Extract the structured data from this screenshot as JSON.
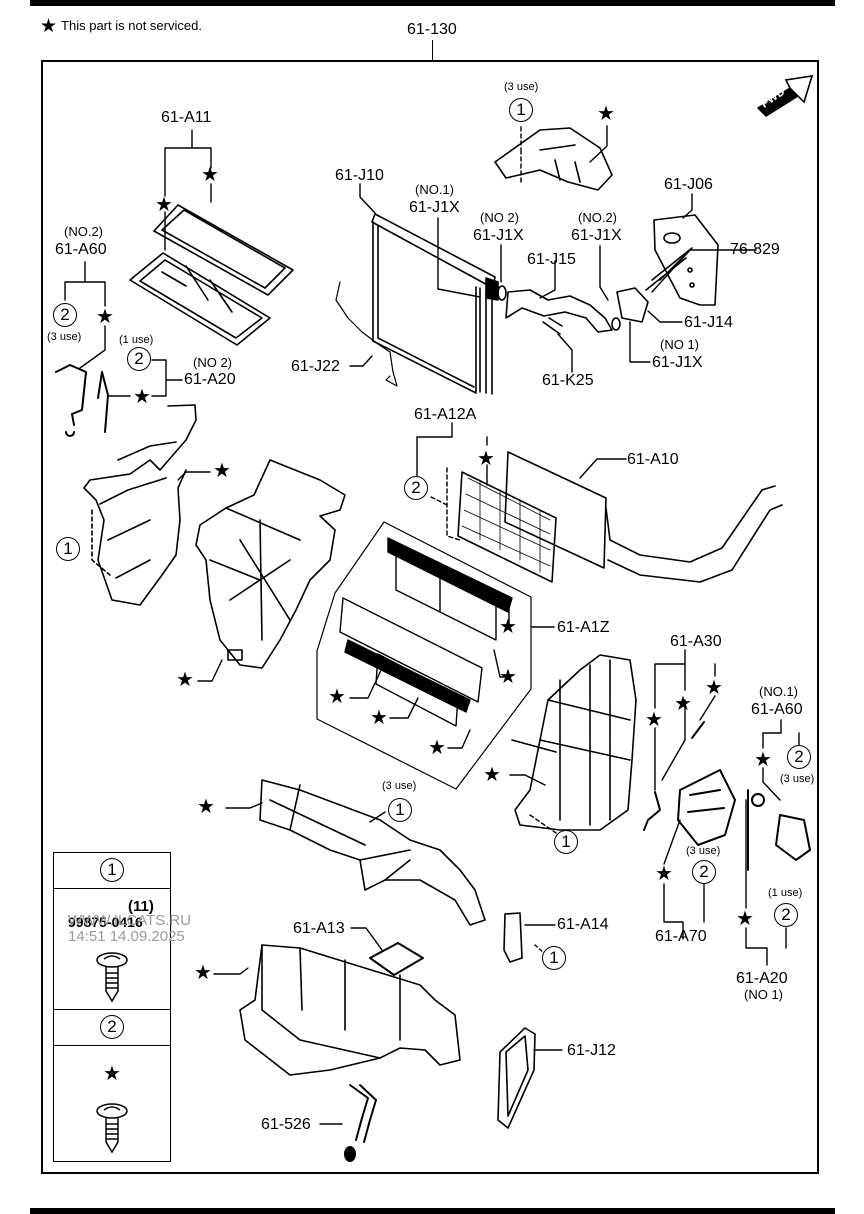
{
  "legend": {
    "icon": "star-icon",
    "text": "This part is not serviced."
  },
  "assembly_label": "61-130",
  "fwd_indicator": "FWD",
  "callouts": {
    "a11": "61-A11",
    "a60_no2_qual": "(NO.2)",
    "a60_no2": "61-A60",
    "a60_no2_use": "(3 use)",
    "a20_no2_use": "(1 use)",
    "a20_no2_qual": "(NO 2)",
    "a20_no2": "61-A20",
    "j10": "61-J10",
    "j1x_no1_qual_a": "(NO.1)",
    "j1x_no1_a": "61-J1X",
    "j1x_no2_qual_a": "(NO 2)",
    "j1x_no2_a": "61-J1X",
    "j1x_no2_qual_b": "(NO.2)",
    "j1x_no2_b": "61-J1X",
    "j15": "61-J15",
    "j06": "61-J06",
    "p76829": "76-829",
    "j14": "61-J14",
    "j1x_no1_qual_b": "(NO 1)",
    "j1x_no1_b": "61-J1X",
    "j22": "61-J22",
    "k25": "61-K25",
    "top_duct_use": "(3 use)",
    "a12a": "61-A12A",
    "a10": "61-A10",
    "a1z": "61-A1Z",
    "a30": "61-A30",
    "a60_no1_qual": "(NO.1)",
    "a60_no1": "61-A60",
    "a60_no1_use": "(3 use)",
    "case_use": "(3 use)",
    "a70_use": "(3 use)",
    "a70": "61-A70",
    "a20_no1_use": "(1 use)",
    "a20_no1": "61-A20",
    "a20_no1_qual": "(NO 1)",
    "a13": "61-A13",
    "a14": "61-A14",
    "j12": "61-J12",
    "p526": "61-526"
  },
  "circle_refs": {
    "one": "1",
    "two": "2"
  },
  "fastener_table": {
    "rows": [
      {
        "ref": "1",
        "qty": "(11)",
        "part_no": "99875-0416",
        "serviced": true,
        "icon": "screw-icon"
      },
      {
        "ref": "2",
        "qty": "",
        "part_no": "",
        "serviced": false,
        "icon": "screw-icon"
      }
    ],
    "not_serviced_mark": "★"
  },
  "star_mark": "★",
  "watermark": {
    "line1": "WWW.ILCATS.RU",
    "line2": "14:51 14.09.2025"
  }
}
